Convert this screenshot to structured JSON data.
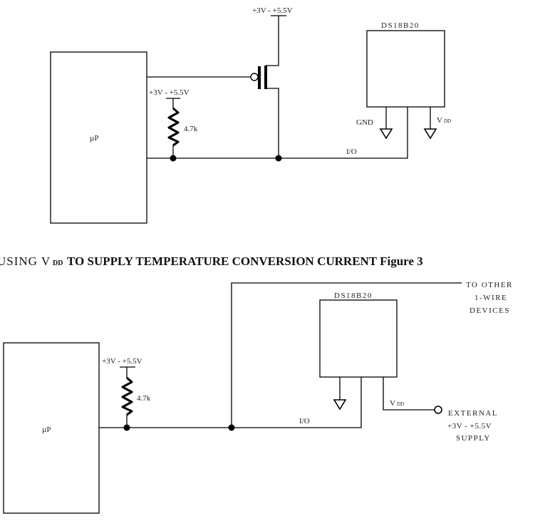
{
  "figure": {
    "caption_prefix": "USING V",
    "caption_subscript": "DD",
    "caption_main": "TO SUPPLY TEMPERATURE CONVERSION CURRENT Figure 3"
  },
  "diagram_top": {
    "mcu_label": "µP",
    "fet_supply_label": "+3V - +5.5V",
    "pullup_supply_label": "+3V - +5.5V",
    "resistor_value": "4.7k",
    "sensor_name": "DS18B20",
    "gnd_label": "GND",
    "vdd_label": "V",
    "vdd_subscript": "DD",
    "io_label": "I/O"
  },
  "diagram_bottom": {
    "mcu_label": "µP",
    "pullup_supply_label": "+3V - +5.5V",
    "resistor_value": "4.7k",
    "sensor_name": "DS18B20",
    "vdd_label": "V",
    "vdd_subscript": "DD",
    "io_label": "I/O",
    "bus_note_lines": [
      "TO OTHER",
      "1-WIRE",
      "DEVICES"
    ],
    "external_supply_lines": [
      "EXTERNAL",
      "+3V - +5.5V",
      "SUPPLY"
    ]
  }
}
